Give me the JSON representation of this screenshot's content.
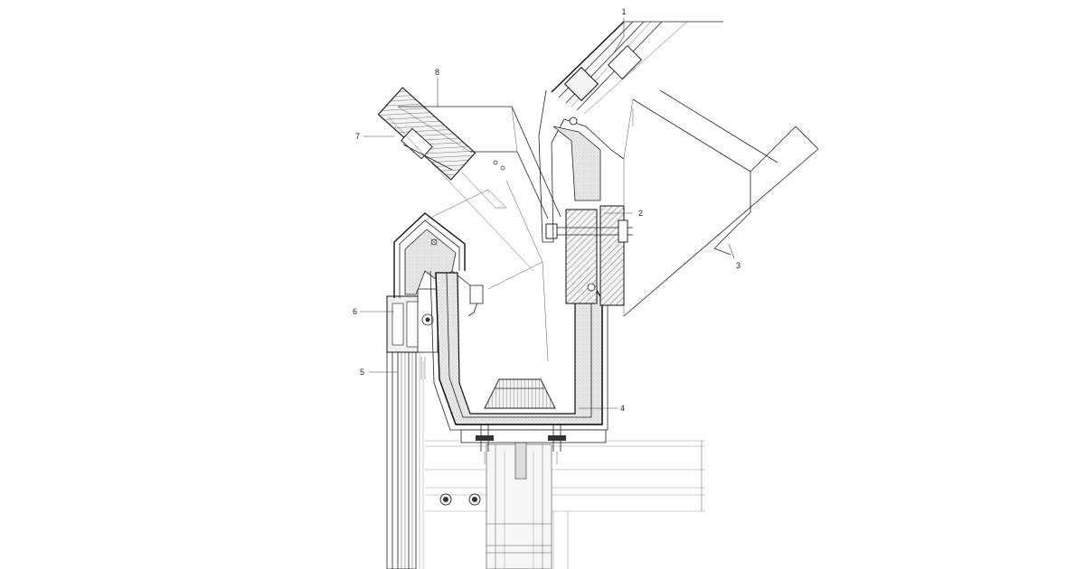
{
  "callouts": [
    {
      "id": "c1",
      "label": "1"
    },
    {
      "id": "c2",
      "label": "2"
    },
    {
      "id": "c3",
      "label": "3"
    },
    {
      "id": "c4",
      "label": "4"
    },
    {
      "id": "c5",
      "label": "5"
    },
    {
      "id": "c6",
      "label": "6"
    },
    {
      "id": "c7",
      "label": "7"
    },
    {
      "id": "c8",
      "label": "8"
    }
  ],
  "colors": {
    "line": "#222222",
    "insulation_fill": "#e6e6e6",
    "background": "#ffffff"
  }
}
